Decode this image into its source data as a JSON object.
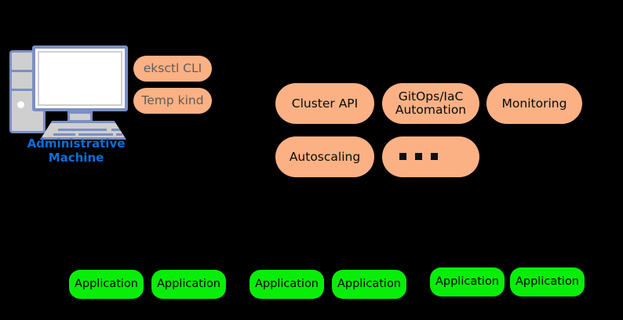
{
  "diagram": {
    "background_color": "#000000",
    "admin_machine": {
      "icon": "desktop-computer-icon",
      "label": "Administrative\nMachine",
      "label_color": "#0a6fd8",
      "tools": [
        {
          "label": "eksctl CLI",
          "color": "#fbb184",
          "text_color": "#5e5e5e",
          "dimmed": true
        },
        {
          "label": "Temp kind",
          "color": "#fbb184",
          "text_color": "#5e5e5e",
          "dimmed": true
        }
      ]
    },
    "capabilities": {
      "color": "#fbb184",
      "text_color": "#0a0a0a",
      "items": [
        {
          "label": "Cluster API"
        },
        {
          "label": "GitOps/IaC\nAutomation"
        },
        {
          "label": "Monitoring"
        },
        {
          "label": "Autoscaling"
        },
        {
          "label": "...",
          "is_ellipsis": true
        }
      ]
    },
    "applications": {
      "color": "#08ee08",
      "text_color": "#000000",
      "groups": [
        {
          "items": [
            {
              "label": "Application"
            },
            {
              "label": "Application"
            }
          ]
        },
        {
          "items": [
            {
              "label": "Application"
            },
            {
              "label": "Application"
            }
          ]
        },
        {
          "items": [
            {
              "label": "Application"
            },
            {
              "label": "Application"
            }
          ]
        }
      ]
    }
  }
}
